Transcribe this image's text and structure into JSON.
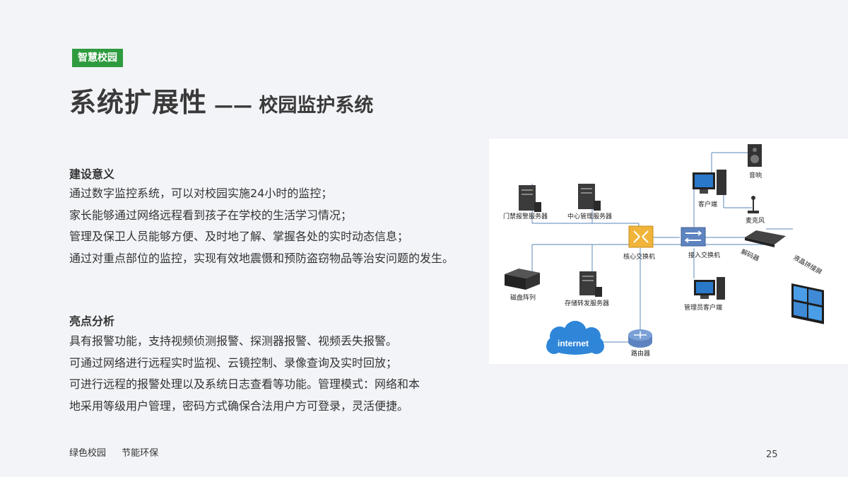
{
  "tag": "智慧校园",
  "title": "系统扩展性",
  "subtitle": "—— 校园监护系统",
  "section1": {
    "heading": "建设意义",
    "lines": [
      "通过数字监控系统，可以对校园实施24小时的监控；",
      "家长能够通过网络远程看到孩子在学校的生活学习情况；",
      "管理及保卫人员能够方便、及时地了解、掌握各处的实时动态信息；",
      "通过对重点部位的监控，实现有效地震慑和预防盗窃物品等治安问题的发生。"
    ]
  },
  "section2": {
    "heading": "亮点分析",
    "lines": [
      "具有报警功能，支持视频侦测报警、探测器报警、视频丢失报警。",
      "可通过网络进行远程实时监视、云镜控制、录像查询及实时回放；",
      "可进行远程的报警处理以及系统日志查看等功能。管理模式：网络和本",
      "地采用等级用户管理，密码方式确保合法用户方可登录，灵活便捷。"
    ]
  },
  "diagram": {
    "labels": {
      "access_server": "门禁报警服务器",
      "central_server": "中心管理服务器",
      "core_switch": "核心交换机",
      "access_switch": "接入交换机",
      "client": "客户端",
      "speaker": "音响",
      "microphone": "麦克风",
      "decoder": "解码器",
      "lcd_wall": "液晶拼接屏",
      "disk_array": "磁盘阵列",
      "storage_server": "存储转发服务器",
      "admin_client": "管理员客户端",
      "internet": "internet",
      "router": "路由器"
    }
  },
  "footer": {
    "item1": "绿色校园",
    "item2": "节能环保"
  },
  "page_number": "25",
  "colors": {
    "green": "#2e9b3e",
    "background": "#f3f4f8",
    "internet_cloud": "#2f86d9",
    "switch_orange": "#f0b43a"
  }
}
